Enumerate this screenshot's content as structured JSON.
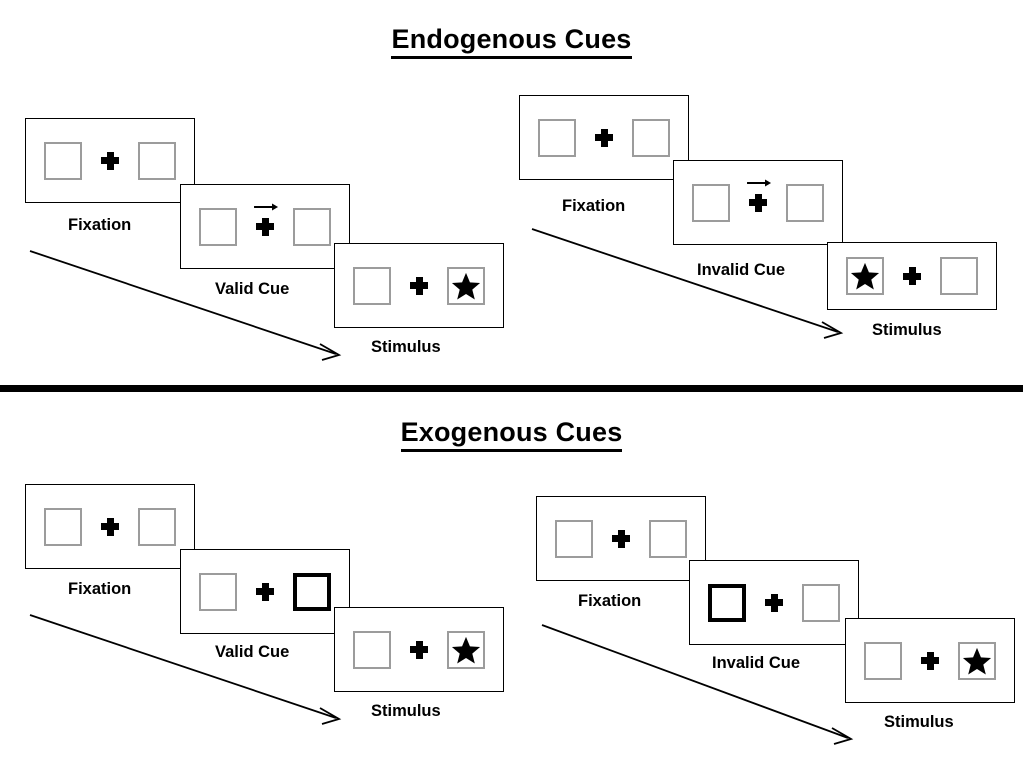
{
  "figure": {
    "sections": [
      {
        "id": "endogenous",
        "title": "Endogenous Cues",
        "columns": [
          {
            "id": "endogenous-valid",
            "panels": [
              {
                "label": "Fixation",
                "left_box": "empty",
                "right_box": "empty",
                "cue": "none",
                "center": "fixation-cross"
              },
              {
                "label": "Valid Cue",
                "left_box": "empty",
                "right_box": "empty",
                "cue": "arrow-right",
                "center": "fixation-cross"
              },
              {
                "label": "Stimulus",
                "left_box": "empty",
                "right_box": "star",
                "cue": "none",
                "center": "fixation-cross"
              }
            ]
          },
          {
            "id": "endogenous-invalid",
            "panels": [
              {
                "label": "Fixation",
                "left_box": "empty",
                "right_box": "empty",
                "cue": "none",
                "center": "fixation-cross"
              },
              {
                "label": "Invalid Cue",
                "left_box": "empty",
                "right_box": "empty",
                "cue": "arrow-right",
                "center": "fixation-cross"
              },
              {
                "label": "Stimulus",
                "left_box": "star",
                "right_box": "empty",
                "cue": "none",
                "center": "fixation-cross"
              }
            ]
          }
        ]
      },
      {
        "id": "exogenous",
        "title": "Exogenous Cues",
        "columns": [
          {
            "id": "exogenous-valid",
            "panels": [
              {
                "label": "Fixation",
                "left_box": "empty",
                "right_box": "empty",
                "cue": "none",
                "center": "fixation-cross"
              },
              {
                "label": "Valid Cue",
                "left_box": "empty",
                "right_box": "highlighted",
                "cue": "none",
                "center": "fixation-cross"
              },
              {
                "label": "Stimulus",
                "left_box": "empty",
                "right_box": "star",
                "cue": "none",
                "center": "fixation-cross"
              }
            ]
          },
          {
            "id": "exogenous-invalid",
            "panels": [
              {
                "label": "Fixation",
                "left_box": "empty",
                "right_box": "empty",
                "cue": "none",
                "center": "fixation-cross"
              },
              {
                "label": "Invalid Cue",
                "left_box": "highlighted",
                "right_box": "empty",
                "cue": "none",
                "center": "fixation-cross"
              },
              {
                "label": "Stimulus",
                "left_box": "empty",
                "right_box": "star",
                "cue": "none",
                "center": "fixation-cross"
              }
            ]
          }
        ]
      }
    ],
    "icons": {
      "star": "star-icon",
      "cross": "fixation-cross-icon",
      "cue_arrow": "arrow-right-icon",
      "time_arrow": "time-flow-arrow-icon"
    },
    "colors": {
      "ink": "#000000",
      "box_border": "#9c9c9c",
      "background": "#ffffff"
    }
  }
}
